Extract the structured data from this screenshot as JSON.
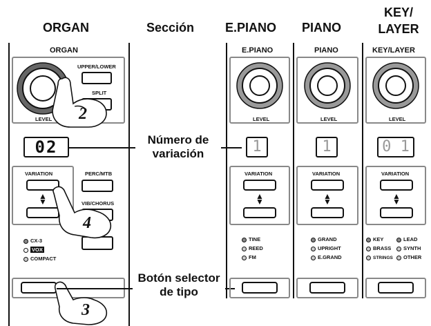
{
  "headers": {
    "organ": "ORGAN",
    "section": "Sección",
    "epiano": "E.PIANO",
    "piano": "PIANO",
    "keylayer": "KEY/\nLAYER"
  },
  "panel_labels": {
    "organ": "ORGAN",
    "epiano": "E.PIANO",
    "piano": "PIANO",
    "keylayer": "KEY/LAYER"
  },
  "organ": {
    "upper_lower": "UPPER/LOWER",
    "split": "SPLIT",
    "level": "LEVEL",
    "display": "02",
    "variation": "VARIATION",
    "perc_mtb": "PERC/MTB",
    "vib_chorus": "VIB/CHORUS",
    "types": [
      "CX-3",
      "VOX",
      "COMPACT"
    ],
    "step2": "2",
    "step4": "4",
    "step3": "3"
  },
  "epiano": {
    "level": "LEVEL",
    "display": "1",
    "variation": "VARIATION",
    "types": [
      "TINE",
      "REED",
      "FM"
    ]
  },
  "piano": {
    "level": "LEVEL",
    "display": "1",
    "variation": "VARIATION",
    "types": [
      "GRAND",
      "UPRIGHT",
      "E.GRAND"
    ]
  },
  "keylayer": {
    "level": "LEVEL",
    "display": "0 1",
    "variation": "VARIATION",
    "types_left": [
      "KEY",
      "BRASS",
      "STRINGS"
    ],
    "types_right": [
      "LEAD",
      "SYNTH",
      "OTHER"
    ]
  },
  "callouts": {
    "variation_number": "Número de\nvariación",
    "type_selector": "Botón selector\nde tipo"
  },
  "colors": {
    "panel_gray": "#888888",
    "led_gray": "#aaaaaa",
    "ink": "#111111"
  }
}
